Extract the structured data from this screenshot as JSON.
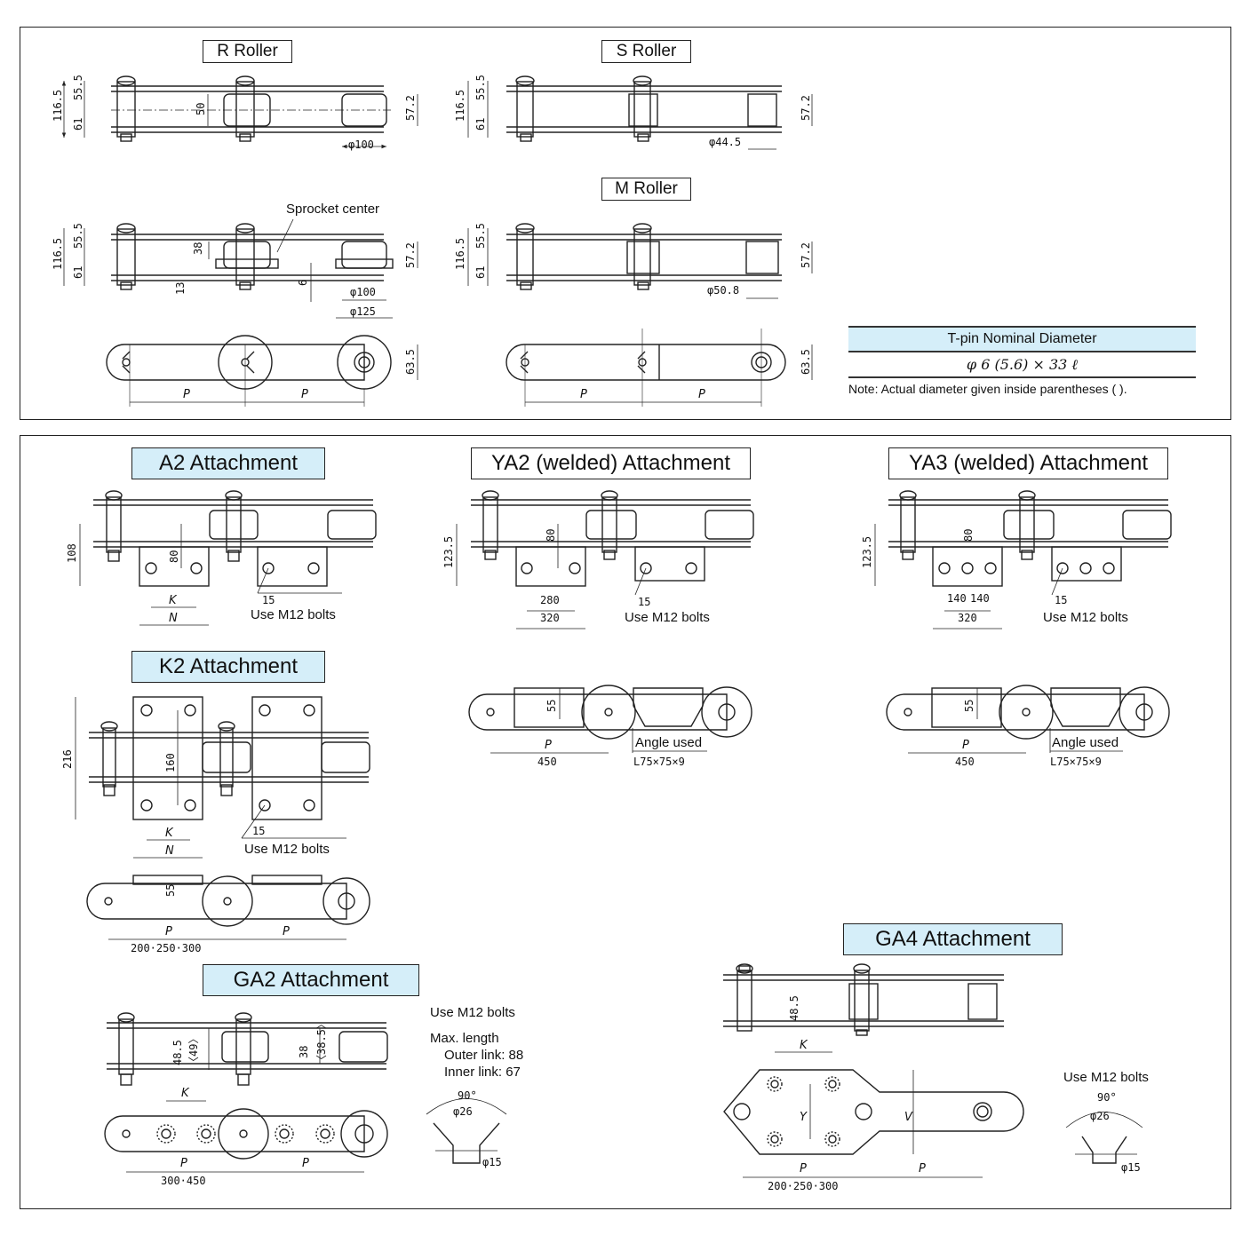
{
  "top": {
    "r_roller": "R Roller",
    "s_roller": "S Roller",
    "m_roller": "M Roller",
    "sprocket_center": "Sprocket center",
    "tpin": {
      "header": "T-pin Nominal Diameter",
      "value": "φ 6 (5.6) × 33 ℓ",
      "note": "Note: Actual diameter given inside parentheses ( )."
    },
    "dims": {
      "d116_5": "116.5",
      "d55_5": "55.5",
      "d61": "61",
      "d50": "50",
      "d57_2": "57.2",
      "phi100": "φ100",
      "phi44_5": "φ44.5",
      "phi125": "φ125",
      "phi50_8": "φ50.8",
      "d38": "38",
      "d13": "13",
      "d6": "6",
      "d63_5": "63.5",
      "p": "P"
    }
  },
  "bottom": {
    "a2": "A2 Attachment",
    "ya2": "YA2 (welded) Attachment",
    "ya3": "YA3 (welded) Attachment",
    "k2": "K2 Attachment",
    "ga2": "GA2 Attachment",
    "ga4": "GA4 Attachment",
    "use_m12": "Use M12 bolts",
    "angle_used": "Angle used",
    "angle_size": "L75×75×9",
    "max_length": "Max. length",
    "outer_link": "Outer link: 88",
    "inner_link": "Inner link: 67",
    "dims": {
      "d108": "108",
      "d80": "80",
      "k": "K",
      "n": "N",
      "d15": "15",
      "d123_5": "123.5",
      "d280": "280",
      "d320": "320",
      "d140": "140",
      "d55": "55",
      "d450": "450",
      "d216": "216",
      "d160": "160",
      "p_200_250_300": "200·250·300",
      "d48_5": "48.5",
      "d49": "〈49〉",
      "d38": "38",
      "d38_5": "〈38.5〉",
      "p_300_450": "300·450",
      "deg90": "90°",
      "phi26": "φ26",
      "phi15": "φ15",
      "y": "Y",
      "v": "V"
    }
  }
}
